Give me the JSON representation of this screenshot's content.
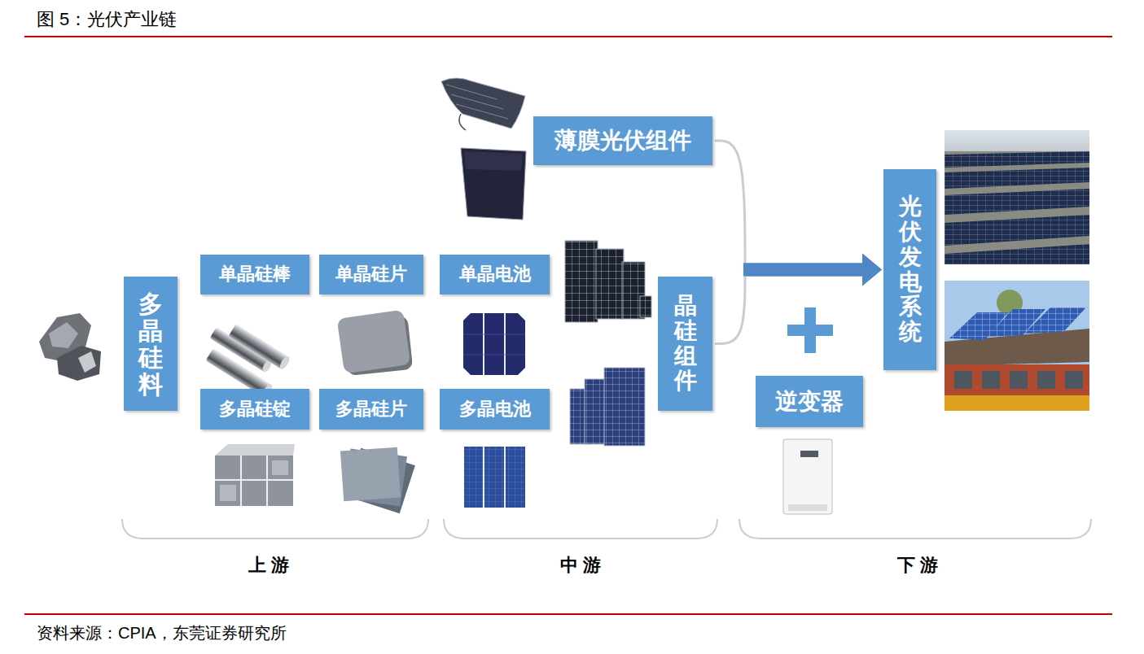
{
  "diagram": {
    "title": "图 5：光伏产业链",
    "caption": "资料来源：CPIA，东莞证券研究所",
    "nodes": [
      {
        "text": [
          "多晶硅料"
        ]
      },
      {
        "text": [
          "单晶硅棒"
        ]
      },
      {
        "text": [
          "单晶硅片"
        ]
      },
      {
        "text": [
          "单晶电池"
        ]
      },
      {
        "text": [
          "多晶硅锭"
        ]
      },
      {
        "text": [
          "多晶硅片"
        ]
      },
      {
        "text": [
          "多晶电池"
        ]
      },
      {
        "text": [
          "薄膜光伏组件"
        ]
      },
      {
        "text": [
          "晶硅组件"
        ]
      },
      {
        "text": [
          "逆变器"
        ]
      },
      {
        "text": [
          "光伏发电系统"
        ]
      }
    ],
    "edges": [
      {
        "from": 7,
        "to": 10,
        "arrow": "to"
      },
      {
        "from": 8,
        "to": 10,
        "arrow": "to"
      }
    ],
    "labels": [
      "上 游",
      "中 游",
      "下 游"
    ]
  }
}
